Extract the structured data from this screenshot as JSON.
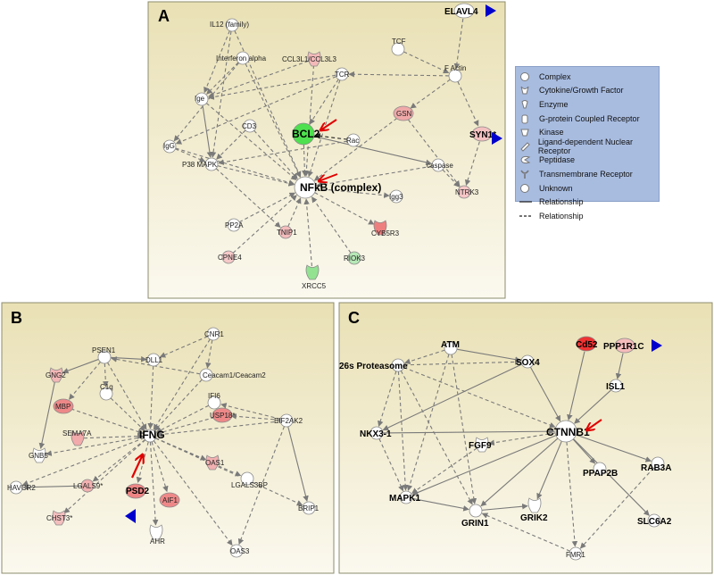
{
  "panels": [
    {
      "letter": "A",
      "nodes": [
        {
          "id": "ELAVL4",
          "label": "ELAVL4",
          "color": "#ffffff",
          "bold": true
        },
        {
          "id": "IL12",
          "label": "IL12 (family)",
          "color": "#ffffff"
        },
        {
          "id": "IFNA",
          "label": "Interferon alpha",
          "color": "#ffffff"
        },
        {
          "id": "CCL3",
          "label": "CCL3L1/CCL3L3",
          "color": "#f3b9b9"
        },
        {
          "id": "TCF",
          "label": "TCF",
          "color": "#ffffff"
        },
        {
          "id": "FACTIN",
          "label": "F Actin",
          "color": "#ffffff"
        },
        {
          "id": "IGE",
          "label": "Ige",
          "color": "#ffffff"
        },
        {
          "id": "TCR",
          "label": "TCR",
          "color": "#ffffff"
        },
        {
          "id": "GSN",
          "label": "GSN",
          "color": "#f0a8a8"
        },
        {
          "id": "SYN1",
          "label": "SYN1*",
          "color": "#f5c0c0",
          "bold": true
        },
        {
          "id": "IGG",
          "label": "IgG",
          "color": "#ffffff"
        },
        {
          "id": "CD3",
          "label": "CD3",
          "color": "#ffffff"
        },
        {
          "id": "BCL2",
          "label": "BCL2",
          "color": "#4ee04e",
          "bold": true
        },
        {
          "id": "RAC",
          "label": "Rac",
          "color": "#ffffff"
        },
        {
          "id": "CASP",
          "label": "caspase",
          "color": "#ffffff"
        },
        {
          "id": "P38",
          "label": "P38 MAPK",
          "color": "#ffffff"
        },
        {
          "id": "NFKB",
          "label": "NFkB (complex)",
          "color": "#ffffff",
          "bold": true
        },
        {
          "id": "IGG3",
          "label": "Igg3",
          "color": "#ffffff"
        },
        {
          "id": "NTRK3",
          "label": "NTRK3",
          "color": "#f6c6c6"
        },
        {
          "id": "PP2A",
          "label": "PP2A",
          "color": "#ffffff"
        },
        {
          "id": "TNIP1",
          "label": "TNIP1",
          "color": "#f4bcbc"
        },
        {
          "id": "CYB5R3",
          "label": "CYB5R3",
          "color": "#ee7f7f"
        },
        {
          "id": "CPNE4",
          "label": "CPNE4",
          "color": "#f6c8c8"
        },
        {
          "id": "RIOK3",
          "label": "RIOK3",
          "color": "#b6e8b6"
        },
        {
          "id": "XRCC5",
          "label": "XRCC5",
          "color": "#92e292"
        }
      ]
    },
    {
      "letter": "B",
      "nodes": [
        {
          "id": "CNR1",
          "label": "CNR1",
          "color": "#ffffff"
        },
        {
          "id": "PSEN1",
          "label": "PSEN1",
          "color": "#ffffff"
        },
        {
          "id": "DLL1",
          "label": "DLL1",
          "color": "#ffffff"
        },
        {
          "id": "GNG2",
          "label": "GNG2",
          "color": "#f3b6b6"
        },
        {
          "id": "CEACAM",
          "label": "Ceacam1/Ceacam2",
          "color": "#ffffff"
        },
        {
          "id": "C1Q",
          "label": "C1q",
          "color": "#ffffff"
        },
        {
          "id": "IFI6",
          "label": "IFI6",
          "color": "#ffffff"
        },
        {
          "id": "MBP",
          "label": "MBP",
          "color": "#ee8888"
        },
        {
          "id": "USP18",
          "label": "USP18*",
          "color": "#ee8888"
        },
        {
          "id": "SEMA7A",
          "label": "SEMA7A",
          "color": "#f2aaaa"
        },
        {
          "id": "EIF2AK2",
          "label": "EIF2AK2",
          "color": "#ffffff"
        },
        {
          "id": "IFNG",
          "label": "IFNG",
          "color": "#ffffff",
          "bold": true
        },
        {
          "id": "GNB5",
          "label": "GNB5",
          "color": "#ffffff"
        },
        {
          "id": "OAS1",
          "label": "OAS1",
          "color": "#f2b0b0"
        },
        {
          "id": "LGALS3BP",
          "label": "LGALS3BP",
          "color": "#ffffff"
        },
        {
          "id": "LGALS9",
          "label": "LGALS9*",
          "color": "#f2b0b0"
        },
        {
          "id": "HAVCR2",
          "label": "HAVCR2",
          "color": "#ffffff"
        },
        {
          "id": "PSD2",
          "label": "PSD2",
          "color": "#ee8484",
          "bold": true
        },
        {
          "id": "AIF1",
          "label": "AIF1",
          "color": "#ee8888"
        },
        {
          "id": "BRIP1",
          "label": "BRIP1",
          "color": "#ffffff"
        },
        {
          "id": "CHST3",
          "label": "CHST3*",
          "color": "#f4bebe"
        },
        {
          "id": "AHR",
          "label": "AHR",
          "color": "#ffffff"
        },
        {
          "id": "OAS3",
          "label": "OAS3",
          "color": "#ffffff"
        }
      ]
    },
    {
      "letter": "C",
      "nodes": [
        {
          "id": "ATM",
          "label": "ATM",
          "color": "#ffffff",
          "bold": true
        },
        {
          "id": "CD52",
          "label": "Cd52",
          "color": "#ee3333",
          "bold": true
        },
        {
          "id": "PPP1R1C",
          "label": "PPP1R1C",
          "color": "#f5bcbc",
          "bold": true
        },
        {
          "id": "P26S",
          "label": "26s Proteasome",
          "color": "#ffffff",
          "bold": true
        },
        {
          "id": "SOX4",
          "label": "SOX4",
          "color": "#ffffff",
          "bold": true
        },
        {
          "id": "ISL1",
          "label": "ISL1",
          "color": "#ffffff",
          "bold": true
        },
        {
          "id": "NKX3",
          "label": "NKX3-1",
          "color": "#ffffff",
          "bold": true
        },
        {
          "id": "CTNNB1",
          "label": "CTNNB1",
          "color": "#ffffff",
          "bold": true
        },
        {
          "id": "FGF9",
          "label": "FGF9",
          "color": "#ffffff",
          "bold": true
        },
        {
          "id": "RAB3A",
          "label": "RAB3A",
          "color": "#ffffff",
          "bold": true
        },
        {
          "id": "PPAP2B",
          "label": "PPAP2B",
          "color": "#ffffff",
          "bold": true
        },
        {
          "id": "MAPK1",
          "label": "MAPK1",
          "color": "#ffffff",
          "bold": true
        },
        {
          "id": "GRIK2",
          "label": "GRIK2",
          "color": "#ffffff",
          "bold": true
        },
        {
          "id": "GRIN1",
          "label": "GRIN1",
          "color": "#ffffff",
          "bold": true
        },
        {
          "id": "SLC6A2",
          "label": "SLC6A2",
          "color": "#ffffff",
          "bold": true
        },
        {
          "id": "FMR1",
          "label": "FMR1",
          "color": "#ffffff"
        }
      ]
    }
  ],
  "legend": {
    "items": [
      {
        "label": "Complex",
        "icon": "complex-circle-icon"
      },
      {
        "label": "Cytokine/Growth Factor",
        "icon": "cytokine-icon"
      },
      {
        "label": "Enzyme",
        "icon": "enzyme-icon"
      },
      {
        "label": "G-protein Coupled Receptor",
        "icon": "gpcr-icon"
      },
      {
        "label": "Kinase",
        "icon": "kinase-icon"
      },
      {
        "label": "Ligand-dependent Nuclear Receptor",
        "icon": "ligand-receptor-icon"
      },
      {
        "label": "Peptidase",
        "icon": "peptidase-icon"
      },
      {
        "label": "Transmembrane Receptor",
        "icon": "transmembrane-receptor-icon"
      },
      {
        "label": "Unknown",
        "icon": "unknown-circle-icon"
      },
      {
        "label": "Relationship",
        "icon": "solid-line-icon"
      },
      {
        "label": "Relationship",
        "icon": "dashed-line-icon"
      }
    ]
  },
  "colors": {
    "panel_bg_top": "#ede6c0",
    "panel_bg_bottom": "#fbf8ec",
    "legend_bg": "#a8bce0",
    "highlight_arrow": "#e00000",
    "marker_triangle": "#0000cc",
    "up_regulated": "#ee7f7f",
    "down_regulated": "#4ee04e"
  }
}
